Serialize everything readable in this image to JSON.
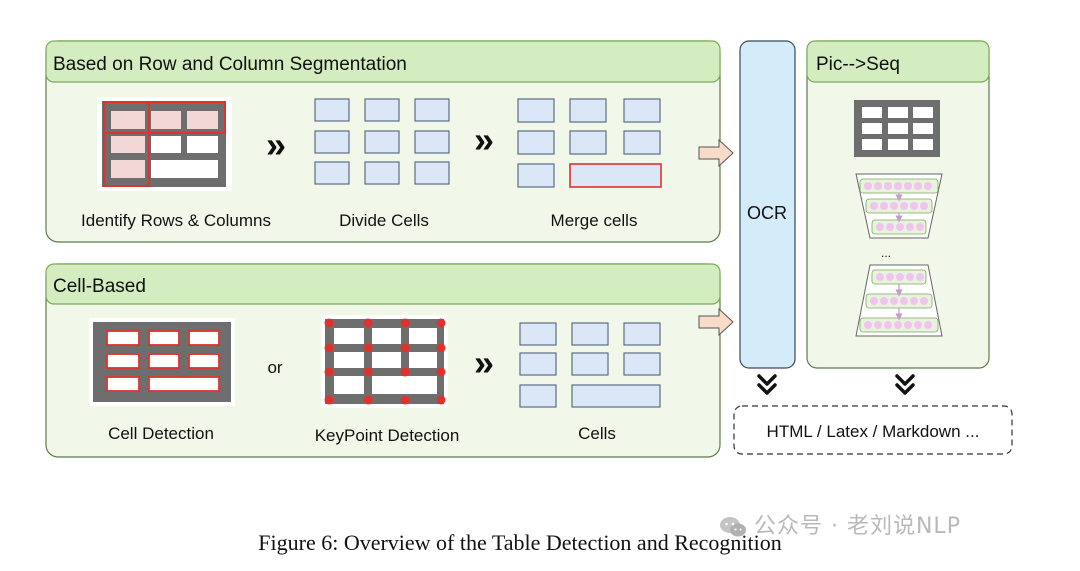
{
  "panel_row_col": {
    "title": "Based on Row and Column Segmentation",
    "step1": "Identify Rows & Columns",
    "step2": "Divide Cells",
    "step3": "Merge cells",
    "arrow": "»"
  },
  "panel_cell": {
    "title": "Cell-Based",
    "step1": "Cell Detection",
    "or": "or",
    "step2": "KeyPoint Detection",
    "step3": "Cells",
    "arrow": "»"
  },
  "ocr": {
    "label": "OCR"
  },
  "pic_seq": {
    "title": "Pic-->Seq",
    "ellipsis": "..."
  },
  "output": {
    "label": "HTML / Latex / Markdown ..."
  },
  "caption": "Figure 6: Overview of the Table Detection and Recognition",
  "watermark": "公众号 · 老刘说NLP",
  "colors": {
    "panel_fill": "#f1f8ea",
    "header_fill": "#d3ecc0",
    "header_stroke": "#7aaa5a",
    "cell_fill": "#dbe6f7",
    "cell_stroke": "#5d6d84",
    "ocr_fill": "#d4ebf9",
    "highlight_red": "#e0322d",
    "grid_gray": "#6d6d6d",
    "pink_node": "#f0c4ec",
    "arrow_fill": "#f8dcc9"
  }
}
